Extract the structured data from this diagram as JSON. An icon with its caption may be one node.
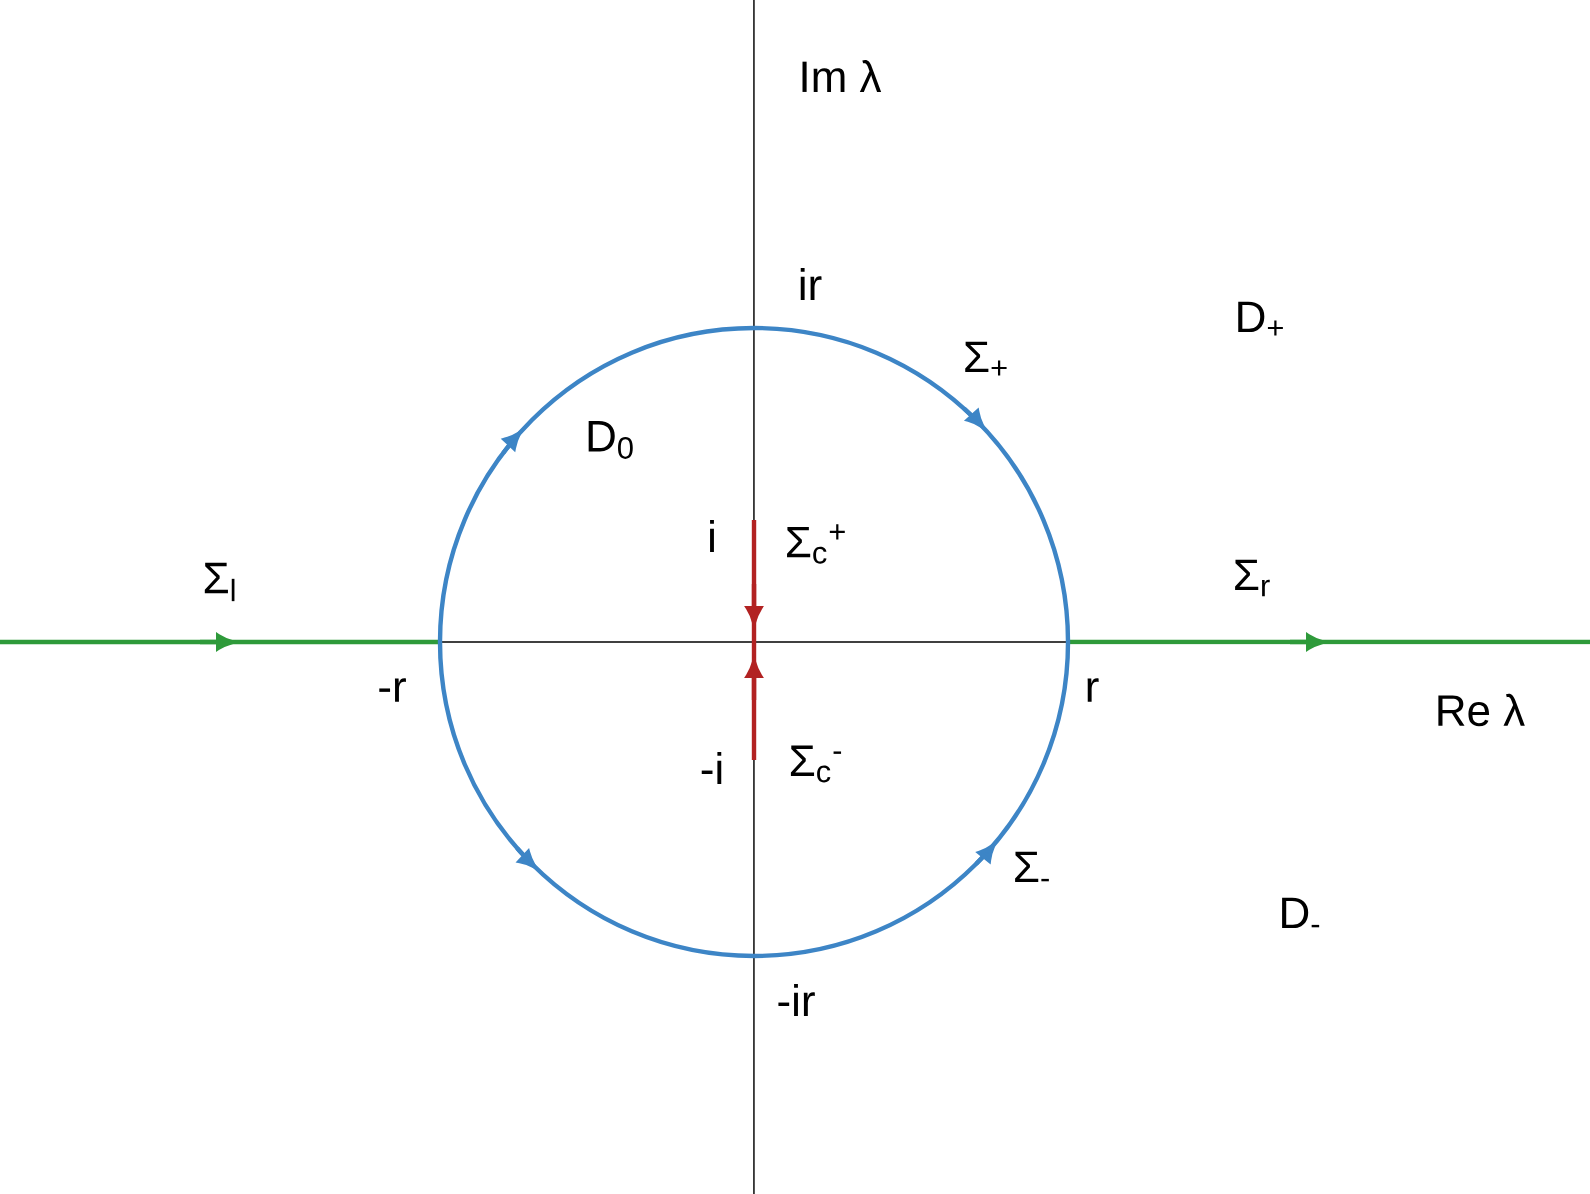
{
  "diagram": {
    "labels": [
      "Im λ",
      "ir",
      "Σ$_{+}$",
      "D$_{+}$",
      "D$_{0}$",
      "i",
      "Σ$_{c}$$^{+}$",
      "Σ$_{l}$",
      "Σ$_{r}$",
      "-r",
      "r",
      "Re λ",
      "-i",
      "Σ$_{c}$$^{-}$",
      "Σ$_{-}$",
      "D$_{-}$",
      "-ir"
    ]
  }
}
